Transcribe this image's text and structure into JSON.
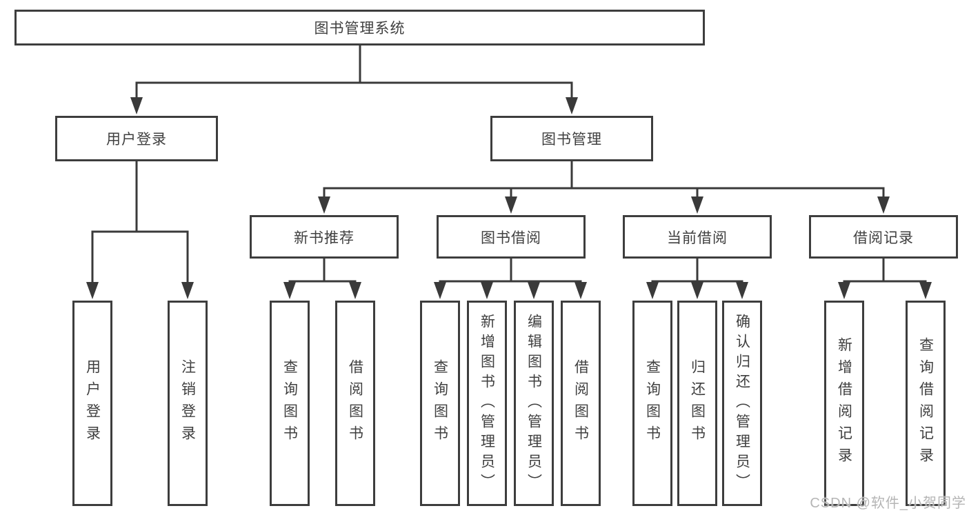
{
  "colors": {
    "line": "#3a3a3a",
    "box_border": "#3d3d3d",
    "text": "#3f3f3f",
    "watermark": "#b5b5b5",
    "background": "#ffffff"
  },
  "root": {
    "label": "图书管理系统"
  },
  "login_branch": {
    "label": "用户登录",
    "children": [
      "用户登录",
      "注销登录"
    ]
  },
  "management_branch": {
    "label": "图书管理",
    "sections": [
      {
        "label": "新书推荐",
        "children": [
          "查询图书",
          "借阅图书"
        ]
      },
      {
        "label": "图书借阅",
        "children": [
          "查询图书",
          "新增图书（管理员）",
          "编辑图书（管理员）",
          "借阅图书"
        ]
      },
      {
        "label": "当前借阅",
        "children": [
          "查询图书",
          "归还图书",
          "确认归还（管理员）"
        ]
      },
      {
        "label": "借阅记录",
        "children": [
          "新增借阅记录",
          "查询借阅记录"
        ]
      }
    ]
  },
  "watermark": "CSDN @软件_小贺同学"
}
